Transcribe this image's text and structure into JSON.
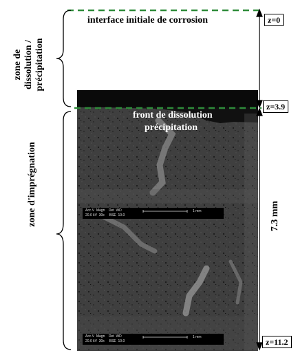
{
  "labels": {
    "interface": "interface initiale de corrosion",
    "front_line1": "front de dissolution",
    "front_line2": "précipitation",
    "zone_dissolution_line1": "zone de",
    "zone_dissolution_line2": "dissolution /",
    "zone_dissolution_line3": "précipitation",
    "zone_impregnation": "zone d'imprégnation",
    "thickness": "7.3 mm"
  },
  "z_markers": {
    "z0": "z=0",
    "z39": "z=3.9",
    "z112": "z=11.2"
  },
  "micro_scale_bars": [
    {
      "header": "Acc.V  Magn    Det  WD",
      "values": "20.0 kV  30x     BSE  10.0",
      "length": "1 mm"
    },
    {
      "header": "Acc.V  Magn    Det  WD",
      "values": "20.0 kV  30x     BSE  10.0",
      "length": "1 mm"
    }
  ],
  "colors": {
    "dashed_line": "#2e8b3a",
    "micrograph_dark": "#3a3a3a",
    "micrograph_light": "#7a7a7a"
  }
}
